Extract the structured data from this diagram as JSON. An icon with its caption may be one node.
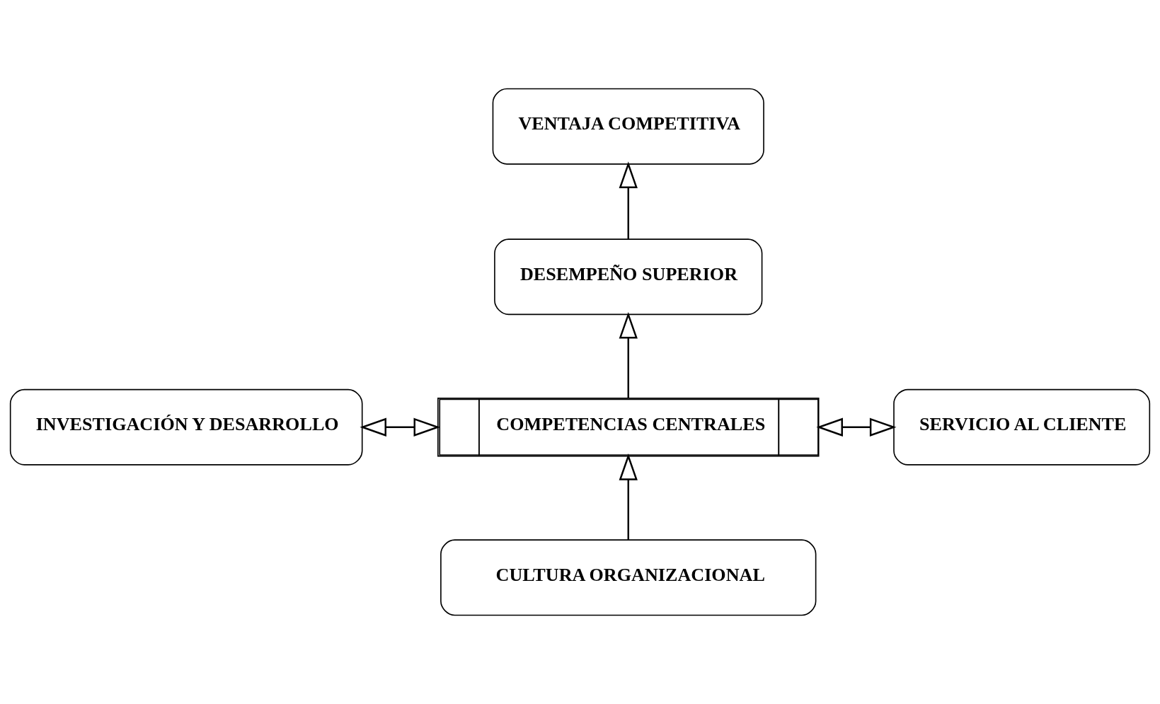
{
  "diagram": {
    "nodes": [
      {
        "text": [
          "VENTAJA COMPETITIVA"
        ]
      },
      {
        "text": [
          "DESEMPEÑO SUPERIOR"
        ]
      },
      {
        "text": [
          "INVESTIGACIÓN Y DESARROLLO"
        ]
      },
      {
        "text": [
          "COMPETENCIAS CENTRALES"
        ]
      },
      {
        "text": [
          "SERVICIO AL CLIENTE"
        ]
      },
      {
        "text": [
          "CULTURA ORGANIZACIONAL"
        ]
      }
    ],
    "edges": [
      {
        "from": 1,
        "to": 0,
        "arrow": "to"
      },
      {
        "from": 3,
        "to": 1,
        "arrow": "to"
      },
      {
        "from": 2,
        "to": 3,
        "arrow": "both"
      },
      {
        "from": 3,
        "to": 4,
        "arrow": "both"
      },
      {
        "from": 5,
        "to": 3,
        "arrow": "to"
      }
    ]
  }
}
